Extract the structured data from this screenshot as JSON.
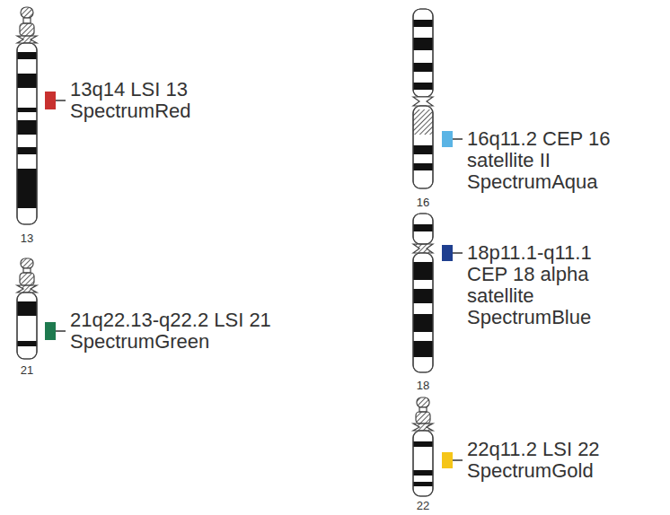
{
  "diagram": {
    "labels": [
      "13q14 LSI 13 SpectrumRed",
      "13",
      "21q22.13-q22.2 LSI 21 SpectrumGreen",
      "21",
      "16q11.2 CEP 16 satellite II SpectrumAqua",
      "16",
      "18p11.1-q11.1 CEP 18 alpha satellite SpectrumBlue",
      "18",
      "22q11.2 LSI 22 SpectrumGold",
      "22"
    ]
  }
}
